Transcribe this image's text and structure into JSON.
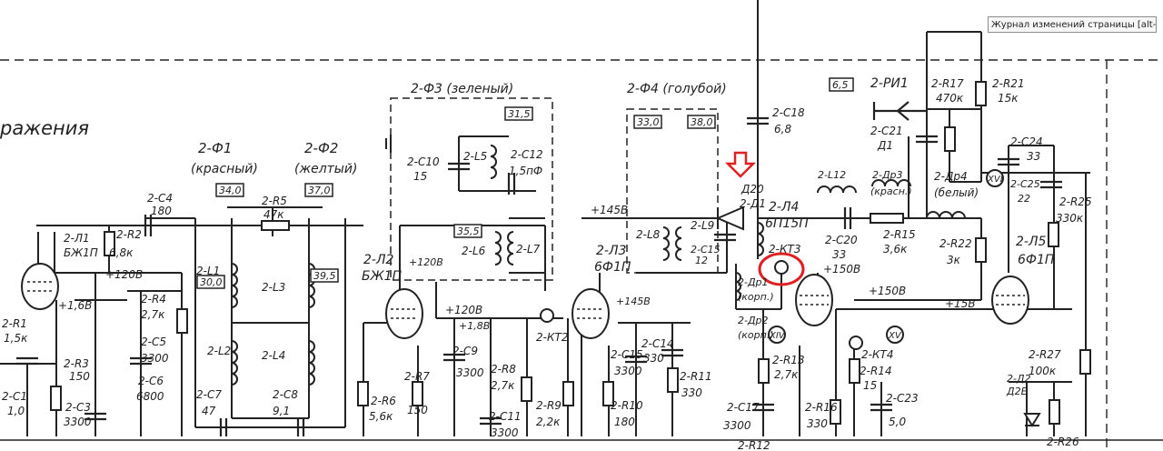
{
  "tooltip": "Журнал изменений страницы [alt-shift-h]",
  "section_title": "ражения",
  "highlight_color": "#e02020",
  "labels": {
    "c4": "2-C4",
    "c4v": "180",
    "l1": "2-Л1",
    "l1t": "БЖ1П",
    "r2": "2-R2",
    "r2v": "6,8к",
    "v120": "+120В",
    "v120b": "+120В",
    "v120c": "+120В",
    "l1s": "2-Л1",
    "r4": "2-R4",
    "r4v": "2,7к",
    "c5": "2-С5",
    "c5v": "3300",
    "c6": "2-С6",
    "c6v": "6800",
    "r1": "2-R1",
    "r1v": "1,5к",
    "r3": "2-R3",
    "r3v": "150",
    "c1": "2-С1",
    "c1v": "1,0",
    "c3": "2-С3",
    "c3v": "3300",
    "v168": "+1,6В",
    "f1": "2-Ф1",
    "f1c": "(красный)",
    "f2": "2-Ф2",
    "f2c": "(желтый)",
    "b340": "34,0",
    "b370": "37,0",
    "r5": "2-R5",
    "r5v": "47к",
    "l1b": "2-L1",
    "b300": "30,0",
    "l3": "2-L3",
    "b395": "39,5",
    "l2": "2-L2",
    "l4": "2-L4",
    "c7": "2-С7",
    "c7v": "47",
    "c8": "2-С8",
    "c8v": "9,1",
    "lamp2": "2-Л2",
    "lamp2t": "БЖ1П",
    "f3": "2-Ф3 (зеленый)",
    "b315": "31,5",
    "c10": "2-С10",
    "c10v": "15",
    "l5": "2-L5",
    "c12": "2-С12",
    "c12v": "1,5пФ",
    "b355": "35,5",
    "l6": "2-L6",
    "l7": "2-L7",
    "r6": "2-R6",
    "r6v": "5,6к",
    "r7": "2-R7",
    "r7v": "150",
    "c9": "2-С9",
    "c9v": "3300",
    "v18": "+1,8В",
    "r8": "2-R8",
    "r8v": "2,7к",
    "c11": "2-С11",
    "c11v": "3300",
    "r9": "2-R9",
    "r9v": "2,2к",
    "kt2": "2-КТ2",
    "f4": "2-Ф4 (голубой)",
    "b330": "33,0",
    "b380": "38,0",
    "v145": "+145В",
    "v145b": "+145В",
    "l8": "2-L8",
    "l9": "2-L9",
    "lamp3": "2-Л3",
    "lamp3t": "6Ф1П",
    "c15a": "2-С15",
    "c15av": "12",
    "c15": "2-С15",
    "c15v": "3300",
    "c14": "2-С14",
    "c14v": "330",
    "r10": "2-R10",
    "r10v": "180",
    "r11": "2-R11",
    "r11v": "330",
    "d20": "Д20",
    "d1": "2-Д1",
    "c18": "2-С18",
    "c18v": "6,8",
    "lamp4": "2-Л4",
    "lamp4t": "6П15П",
    "kt3": "2-КТ3",
    "dr1": "2-Др1",
    "dr1c": "(корп.)",
    "dr2": "2-Др2",
    "dr2c": "(корп.)",
    "xiv": "XIV",
    "xv": "XV",
    "xvi": "XVI",
    "r13": "2-R13",
    "r13v": "2,7к",
    "c17": "2-С17",
    "c17v": "3300",
    "r12": "2-R12",
    "l12": "2-L12",
    "dr3": "2-Др3",
    "dr3c": "(красн.)",
    "c20": "2-С20",
    "c20v": "33",
    "r15": "2-R15",
    "r15v": "3,6к",
    "v150": "+150В",
    "v150b": "+150В",
    "kt4": "2-КТ4",
    "r14": "2-R14",
    "r14v": "15",
    "r16": "2-R16",
    "r16v": "330",
    "c23": "2-С23",
    "c23v": "5,0",
    "b65": "6,5",
    "ri1": "2-РИ1",
    "c21": "2-С21",
    "c21v": "Д1",
    "r17": "2-R17",
    "r17v": "470к",
    "r21": "2-R21",
    "r21v": "15к",
    "dr4": "2-Др4",
    "dr4c": "(белый)",
    "r22": "2-R22",
    "r22v": "3к",
    "c24": "2-С24",
    "c24v": "33",
    "c25": "2-С25",
    "c25v": "22",
    "r25": "2-R25",
    "r25v": "330к",
    "lamp5": "2-Л5",
    "lamp5t": "6Ф1П",
    "v15": "+15В",
    "r27": "2-R27",
    "r27v": "100к",
    "d2": "2-Д2",
    "d2t": "Д2Е",
    "r26": "2-R26"
  }
}
